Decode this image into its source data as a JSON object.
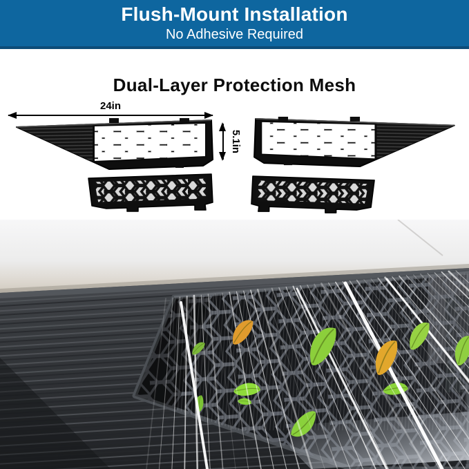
{
  "banner": {
    "title": "Flush-Mount Installation",
    "subtitle": "No Adhesive Required",
    "bg_color": "#0e669f",
    "edge_color": "#0c4c78",
    "text_color": "#ffffff"
  },
  "section": {
    "title": "Dual-Layer Protection Mesh",
    "text_color": "#0c0c0c"
  },
  "dimensions": {
    "width_label": "24in",
    "height_label": "5.1in"
  },
  "colors": {
    "product_frame_black": "#0e0e0e",
    "insert_mesh_gray": "#d9d9d9",
    "photo_body_light": "#f5f5f6",
    "photo_bumper_dark": "#2a2d31",
    "leaf_green": "#8ccf3b",
    "leaf_orange": "#e09b2d",
    "leaf_yellow": "#e2a72c",
    "airflow_white": "#ffffff"
  }
}
